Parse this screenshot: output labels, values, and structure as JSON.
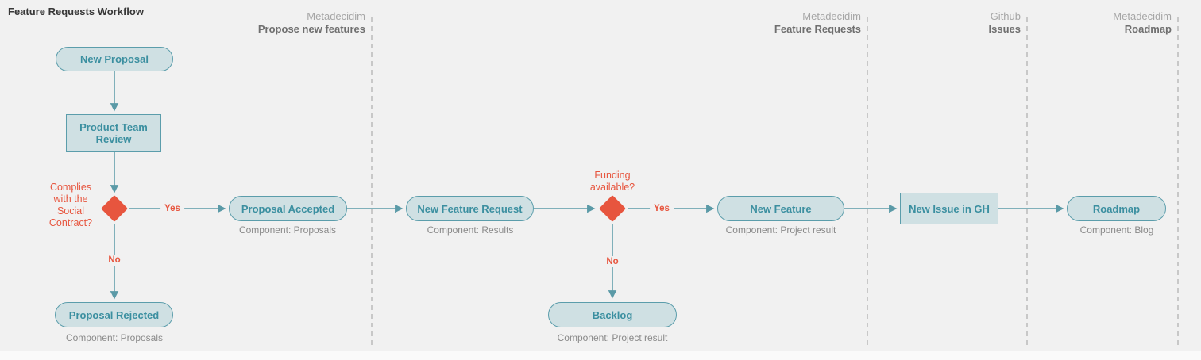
{
  "title": "Feature Requests Workflow",
  "lanes": [
    {
      "platform": "Metadecidim",
      "name": "Propose new features"
    },
    {
      "platform": "Metadecidim",
      "name": "Feature Requests"
    },
    {
      "platform": "Github",
      "name": "Issues"
    },
    {
      "platform": "Metadecidim",
      "name": "Roadmap"
    }
  ],
  "nodes": {
    "new_proposal": {
      "label": "New Proposal"
    },
    "product_team_review": {
      "label": "Product Team Review"
    },
    "complies_decision": {
      "question": "Complies with the Social Contract?"
    },
    "proposal_accepted": {
      "label": "Proposal Accepted",
      "component": "Component: Proposals"
    },
    "proposal_rejected": {
      "label": "Proposal Rejected",
      "component": "Component: Proposals"
    },
    "new_feature_request": {
      "label": "New Feature Request",
      "component": "Component: Results"
    },
    "funding_decision": {
      "question": "Funding available?"
    },
    "new_feature": {
      "label": "New Feature",
      "component": "Component: Project result"
    },
    "backlog": {
      "label": "Backlog",
      "component": "Component: Project result"
    },
    "new_issue_gh": {
      "label": "New Issue in GH"
    },
    "roadmap": {
      "label": "Roadmap",
      "component": "Component: Blog"
    }
  },
  "edge_labels": {
    "complies_yes": "Yes",
    "complies_no": "No",
    "funding_yes": "Yes",
    "funding_no": "No"
  },
  "colors": {
    "background": "#f1f1f1",
    "node_fill": "#cfe0e3",
    "node_border": "#5b9dab",
    "node_text": "#3b8fa0",
    "accent_red": "#e7553e",
    "line": "#5b9aa7",
    "lane_divider": "#bbbbbb",
    "component_text": "#8a8a8a",
    "lane_platform_text": "#a6a6a6",
    "lane_name_text": "#6f6f6f",
    "title_text": "#383838"
  }
}
